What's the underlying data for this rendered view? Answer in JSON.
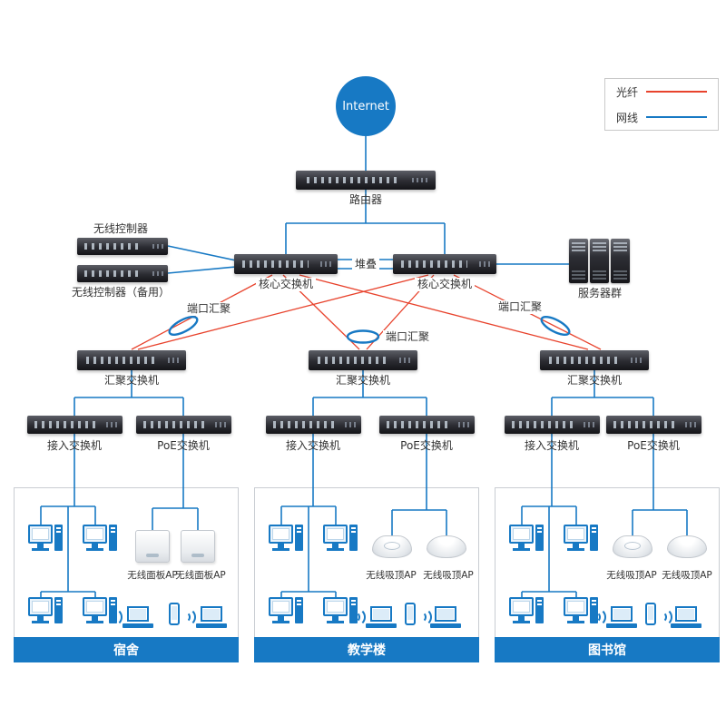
{
  "colors": {
    "cable": "#1779c4",
    "fiber": "#e8432d",
    "building_bar": "#1779c4",
    "label": "#333333"
  },
  "legend": {
    "items": [
      {
        "label": "光纤",
        "type": "fiber"
      },
      {
        "label": "网线",
        "type": "cable"
      }
    ]
  },
  "nodes": {
    "internet": "Internet",
    "router": "路由器",
    "wireless_controller": "无线控制器",
    "wireless_controller_backup": "无线控制器（备用）",
    "core_switch": "核心交换机",
    "stacking": "堆叠",
    "server_group": "服务器群",
    "port_aggregation": "端口汇聚",
    "aggregation_switch": "汇聚交换机",
    "access_switch": "接入交换机",
    "poe_switch": "PoE交换机",
    "panel_ap": "无线面板AP",
    "ceiling_ap": "无线吸顶AP"
  },
  "buildings": [
    {
      "name": "宿舍"
    },
    {
      "name": "教学楼"
    },
    {
      "name": "图书馆"
    }
  ]
}
